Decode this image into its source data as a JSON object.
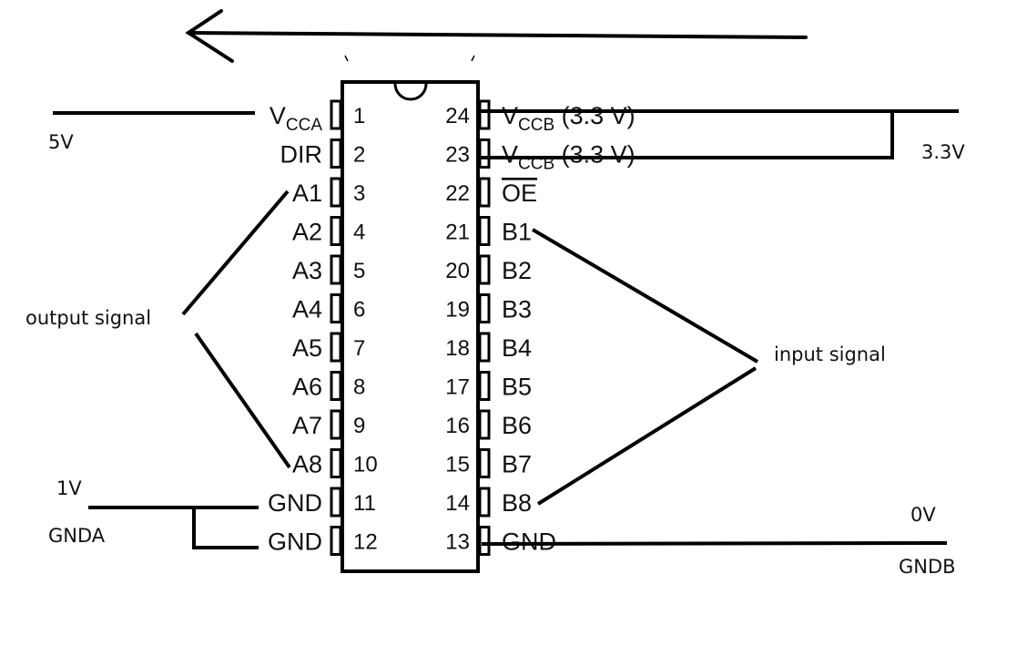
{
  "chip": {
    "left_pins": [
      {
        "num": "1",
        "name": "V",
        "sub": "CCA"
      },
      {
        "num": "2",
        "name": "DIR"
      },
      {
        "num": "3",
        "name": "A1"
      },
      {
        "num": "4",
        "name": "A2"
      },
      {
        "num": "5",
        "name": "A3"
      },
      {
        "num": "6",
        "name": "A4"
      },
      {
        "num": "7",
        "name": "A5"
      },
      {
        "num": "8",
        "name": "A6"
      },
      {
        "num": "9",
        "name": "A7"
      },
      {
        "num": "10",
        "name": "A8"
      },
      {
        "num": "11",
        "name": "GND"
      },
      {
        "num": "12",
        "name": "GND"
      }
    ],
    "right_pins": [
      {
        "num": "24",
        "name": "V",
        "sub": "CCB",
        "suffix": " (3.3 V)"
      },
      {
        "num": "23",
        "name": "V",
        "sub": "CCB",
        "suffix": " (3.3 V)"
      },
      {
        "num": "22",
        "name": "OE",
        "overline": true
      },
      {
        "num": "21",
        "name": "B1"
      },
      {
        "num": "20",
        "name": "B2"
      },
      {
        "num": "19",
        "name": "B3"
      },
      {
        "num": "18",
        "name": "B4"
      },
      {
        "num": "17",
        "name": "B5"
      },
      {
        "num": "16",
        "name": "B6"
      },
      {
        "num": "15",
        "name": "B7"
      },
      {
        "num": "14",
        "name": "B8"
      },
      {
        "num": "13",
        "name": "GND"
      }
    ]
  },
  "annotations": {
    "vcca_voltage": "5V",
    "vccb_voltage": "3.3V",
    "output_signal": "output signal",
    "input_signal": "input signal",
    "gnda_voltage": "1V",
    "gnda_label": "GNDA",
    "gndb_voltage": "0V",
    "gndb_label": "GNDB"
  },
  "arrow_direction": "left"
}
